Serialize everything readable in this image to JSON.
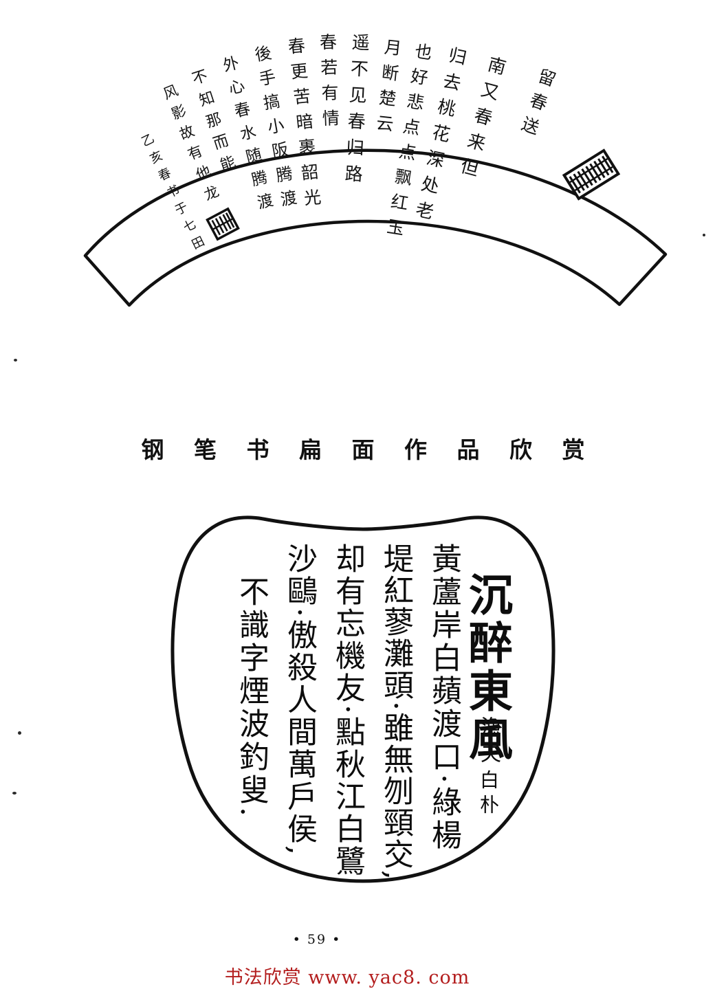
{
  "page": {
    "background_color": "#ffffff",
    "ink_color": "#111111",
    "page_number": "• 59 •"
  },
  "caption": {
    "title": "钢 笔 书 扁 面 作 品 欣 赏"
  },
  "fan_artwork": {
    "name": "fan-shaped-pen-calligraphy",
    "shape": "folding-fan",
    "outline_color": "#111111",
    "script_style": "cursive",
    "columns": [
      "留 春 送",
      "南 又 春 来 但",
      "归 去 桃 花 深 处 老",
      "也 好 悲 点 点 飘 红 玉",
      "月 断 楚 云",
      "遥 不 见 春 归 路",
      "春 若 有 情",
      "春 更 苦 暗 裹 韶 光",
      "後 手 搞 小 阪 腾 渡",
      "外 心 春 水 随 腾 渡",
      "不 知 那 而 能",
      "风 影 故 有 他 龙",
      "乙 亥 春 书 于 七 田"
    ],
    "seals": [
      {
        "name": "large-seal-right",
        "position": "upper-right"
      },
      {
        "name": "small-seal-left",
        "position": "lower-left"
      }
    ]
  },
  "lower_artwork": {
    "name": "quatrefoil-pen-calligraphy",
    "shape": "rounded-lobed-panel",
    "outline_color": "#111111",
    "script_style": "regular-running",
    "title": "沉醉東風",
    "subtitle": "漁夫",
    "author": "白朴",
    "columns": [
      "黃蘆岸白蘋渡口·綠楊",
      "堤紅蓼灘頭·雖無刎頸交,",
      "却有忘機友·點秋江白鷺",
      "沙鷗·傲殺人間萬戶侯,",
      "不識字煙波釣叟."
    ]
  },
  "watermark": {
    "text_cn": "书法欣赏",
    "text_url": "www. yac8. com",
    "color": "#b31d1d"
  }
}
